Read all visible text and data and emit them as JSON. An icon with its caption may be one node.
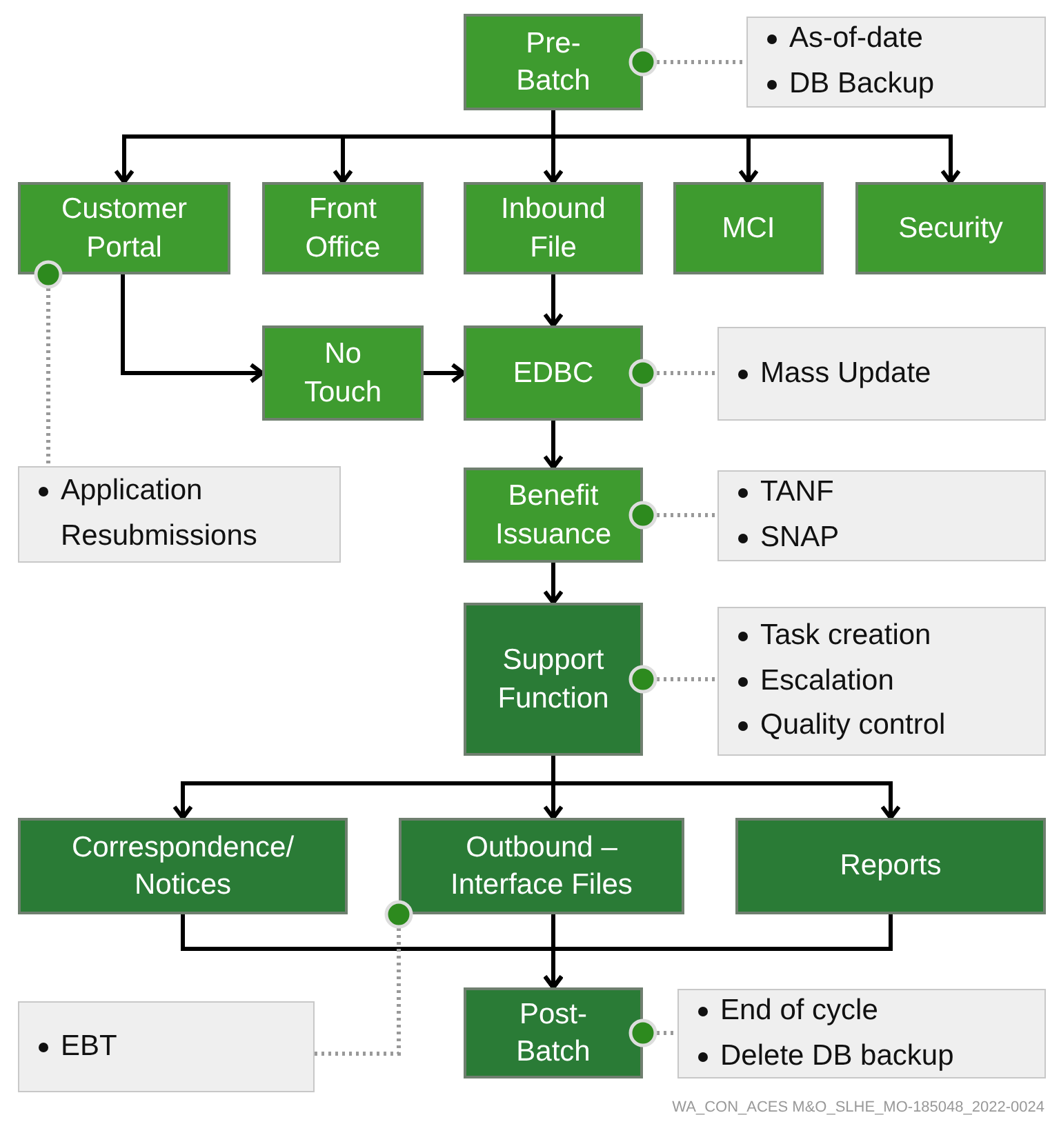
{
  "diagram": {
    "nodes": [
      {
        "text": [
          "Pre- Batch"
        ]
      },
      {
        "text": [
          "As-of-date",
          "DB Backup"
        ]
      },
      {
        "text": [
          "Customer Portal"
        ]
      },
      {
        "text": [
          "Front Office"
        ]
      },
      {
        "text": [
          "Inbound File"
        ]
      },
      {
        "text": [
          "MCI"
        ]
      },
      {
        "text": [
          "Security"
        ]
      },
      {
        "text": [
          "No Touch"
        ]
      },
      {
        "text": [
          "EDBC"
        ]
      },
      {
        "text": [
          "Mass Update"
        ]
      },
      {
        "text": [
          "Application Resubmissions"
        ]
      },
      {
        "text": [
          "Benefit Issuance"
        ]
      },
      {
        "text": [
          "TANF",
          "SNAP"
        ]
      },
      {
        "text": [
          "Support Function"
        ]
      },
      {
        "text": [
          "Task creation",
          "Escalation",
          "Quality control"
        ]
      },
      {
        "text": [
          "Correspondence/ Notices"
        ]
      },
      {
        "text": [
          "Outbound – Interface Files"
        ]
      },
      {
        "text": [
          "Reports"
        ]
      },
      {
        "text": [
          "EBT"
        ]
      },
      {
        "text": [
          "Post- Batch"
        ]
      },
      {
        "text": [
          "End of cycle",
          "Delete DB backup"
        ]
      }
    ],
    "edges": [
      {
        "from": 0,
        "to": 2,
        "arrow": "to"
      },
      {
        "from": 0,
        "to": 3,
        "arrow": "to"
      },
      {
        "from": 0,
        "to": 4,
        "arrow": "to"
      },
      {
        "from": 0,
        "to": 5,
        "arrow": "to"
      },
      {
        "from": 0,
        "to": 6,
        "arrow": "to"
      },
      {
        "from": 0,
        "to": 1,
        "arrow": "none",
        "style": "dashed",
        "color": "#999999"
      },
      {
        "from": 2,
        "to": 7,
        "arrow": "to"
      },
      {
        "from": 2,
        "to": 10,
        "arrow": "none",
        "style": "dashed",
        "color": "#999999"
      },
      {
        "from": 4,
        "to": 8,
        "arrow": "to"
      },
      {
        "from": 7,
        "to": 8,
        "arrow": "to"
      },
      {
        "from": 8,
        "to": 9,
        "arrow": "none",
        "style": "dashed",
        "color": "#999999"
      },
      {
        "from": 8,
        "to": 11,
        "arrow": "to"
      },
      {
        "from": 11,
        "to": 12,
        "arrow": "none",
        "style": "dashed",
        "color": "#999999"
      },
      {
        "from": 11,
        "to": 13,
        "arrow": "to"
      },
      {
        "from": 13,
        "to": 14,
        "arrow": "none",
        "style": "dashed",
        "color": "#999999"
      },
      {
        "from": 13,
        "to": 15,
        "arrow": "to"
      },
      {
        "from": 13,
        "to": 16,
        "arrow": "to"
      },
      {
        "from": 13,
        "to": 17,
        "arrow": "to"
      },
      {
        "from": 15,
        "to": 19,
        "arrow": "to"
      },
      {
        "from": 16,
        "to": 19,
        "arrow": "to"
      },
      {
        "from": 17,
        "to": 19,
        "arrow": "to"
      },
      {
        "from": 16,
        "to": 18,
        "arrow": "none",
        "style": "dashed",
        "color": "#999999"
      },
      {
        "from": 19,
        "to": 20,
        "arrow": "none",
        "style": "dashed",
        "color": "#999999"
      }
    ],
    "labels": [
      "WA_CON_ACES M&O_SLHE_MO-185048_2022-0024"
    ]
  }
}
